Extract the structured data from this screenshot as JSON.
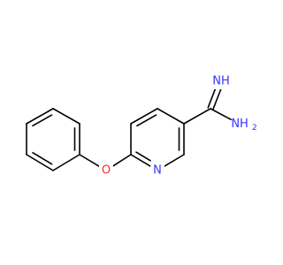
{
  "structure": {
    "colors": {
      "bond": "#000000",
      "nitrogen": "#3333ff",
      "oxygen": "#ff2a2a",
      "background": "#ffffff"
    },
    "atom_labels": {
      "imine_nh": "NH",
      "amine_nh2": "NH",
      "amine_subscript": "2",
      "pyridine_n": "N",
      "ether_o": "O"
    }
  }
}
